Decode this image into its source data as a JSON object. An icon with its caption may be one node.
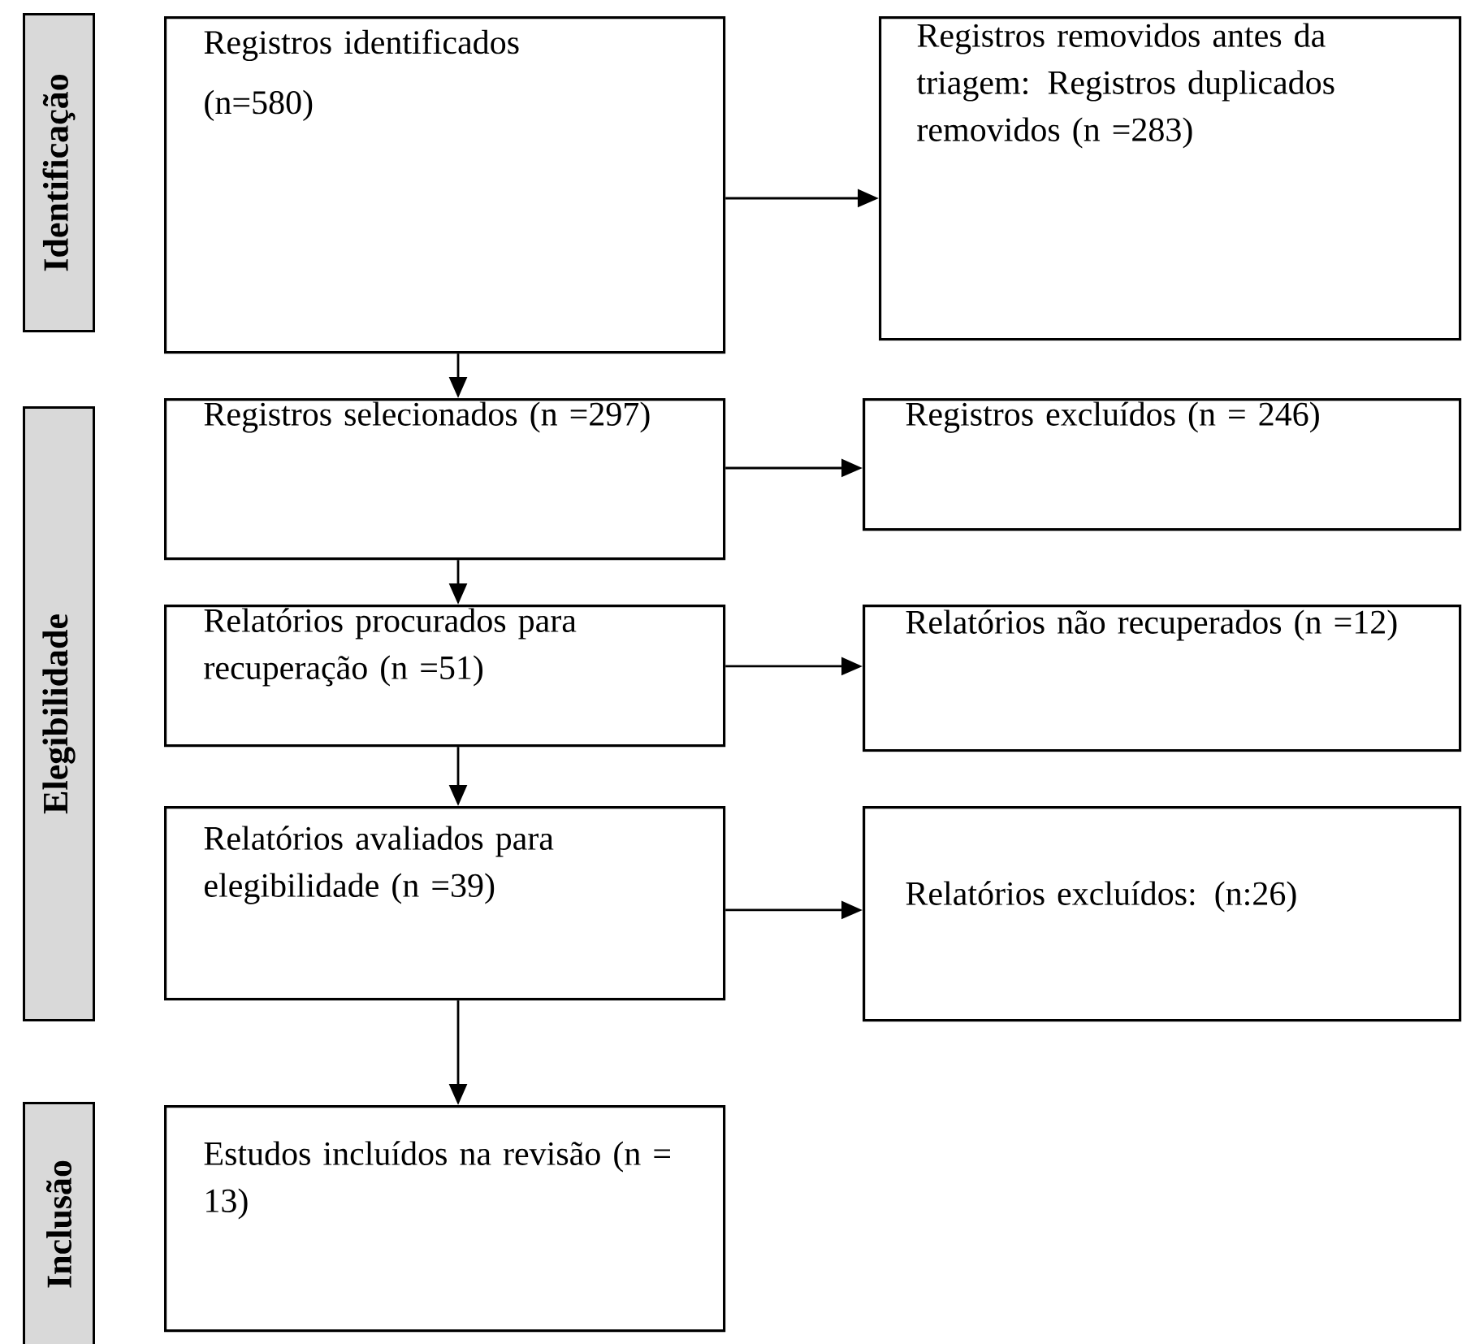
{
  "diagram": {
    "nodes": [
      {
        "text": [
          "Identificação"
        ]
      },
      {
        "text": [
          "Elegibilidade"
        ]
      },
      {
        "text": [
          "Inclusão"
        ]
      },
      {
        "text": [
          "Registros identificados",
          "(n=580)"
        ]
      },
      {
        "text": [
          "Registros removidos antes da triagem: Registros duplicados removidos (n =283)"
        ]
      },
      {
        "text": [
          "Registros selecionados (n =297)"
        ]
      },
      {
        "text": [
          "Registros excluídos (n = 246)"
        ]
      },
      {
        "text": [
          "Relatórios procurados para recuperação (n =51)"
        ]
      },
      {
        "text": [
          "Relatórios não recuperados (n =12)"
        ]
      },
      {
        "text": [
          "Relatórios avaliados para elegibilidade (n =39)"
        ]
      },
      {
        "text": [
          "Relatórios excluídos: (n:26)"
        ]
      },
      {
        "text": [
          "Estudos incluídos na revisão (n = 13)"
        ]
      }
    ],
    "edges": [
      {
        "from": 3,
        "to": 4,
        "arrow": "to"
      },
      {
        "from": 3,
        "to": 5,
        "arrow": "to"
      },
      {
        "from": 5,
        "to": 6,
        "arrow": "to"
      },
      {
        "from": 5,
        "to": 7,
        "arrow": "to"
      },
      {
        "from": 7,
        "to": 8,
        "arrow": "to"
      },
      {
        "from": 7,
        "to": 9,
        "arrow": "to"
      },
      {
        "from": 9,
        "to": 10,
        "arrow": "to"
      },
      {
        "from": 9,
        "to": 11,
        "arrow": "to"
      }
    ]
  }
}
